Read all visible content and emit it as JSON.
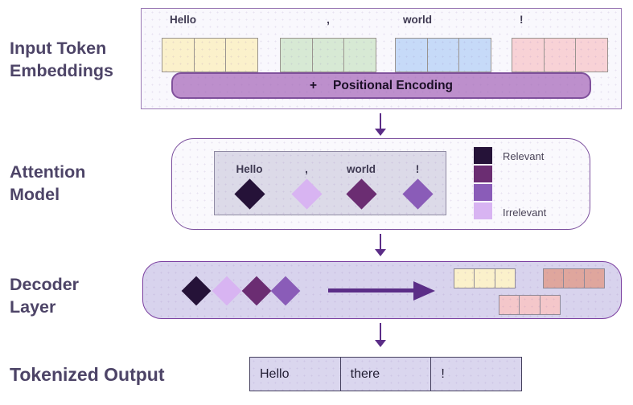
{
  "diagram": {
    "input_section": {
      "label_line1": "Input Token",
      "label_line2": "Embeddings",
      "tokens": [
        {
          "text": "Hello",
          "color": "#fbf1cb"
        },
        {
          "text": ",",
          "color": "#d7e9d4"
        },
        {
          "text": "world",
          "color": "#c6daf8"
        },
        {
          "text": "!",
          "color": "#f8d2d6"
        }
      ],
      "positional_plus": "+",
      "positional_label": "Positional Encoding"
    },
    "attention_section": {
      "label_line1": "Attention",
      "label_line2": "Model",
      "tokens": [
        {
          "text": "Hello",
          "color": "#251238"
        },
        {
          "text": ",",
          "color": "#d8b4f2"
        },
        {
          "text": "world",
          "color": "#6b2d72"
        },
        {
          "text": "!",
          "color": "#8a5cb8"
        }
      ],
      "legend": {
        "swatches": [
          "#251238",
          "#6b2d72",
          "#8a5cb8",
          "#d8b4f2"
        ],
        "top_label": "Relevant",
        "bottom_label": "Irrelevant"
      }
    },
    "decoder_section": {
      "label_line1": "Decoder",
      "label_line2": "Layer",
      "diamond_colors": [
        "#251238",
        "#d8b4f2",
        "#6b2d72",
        "#8a5cb8"
      ],
      "output_token_colors": [
        "#fbf1cb",
        "#dfa69d",
        "#f4c7ca"
      ]
    },
    "output_section": {
      "label": "Tokenized Output",
      "cells": [
        "Hello",
        "there",
        "!"
      ]
    },
    "theme_colors": {
      "stage_label_text": "#4d4467",
      "flow_arrow": "#5b2d87",
      "positional_bar_fill": "#bd8fcc",
      "positional_bar_border": "#80519c",
      "section_border": "#7b4f9e",
      "decoder_fill": "#d8d3ed",
      "output_table_fill": "#dad6ee"
    }
  }
}
